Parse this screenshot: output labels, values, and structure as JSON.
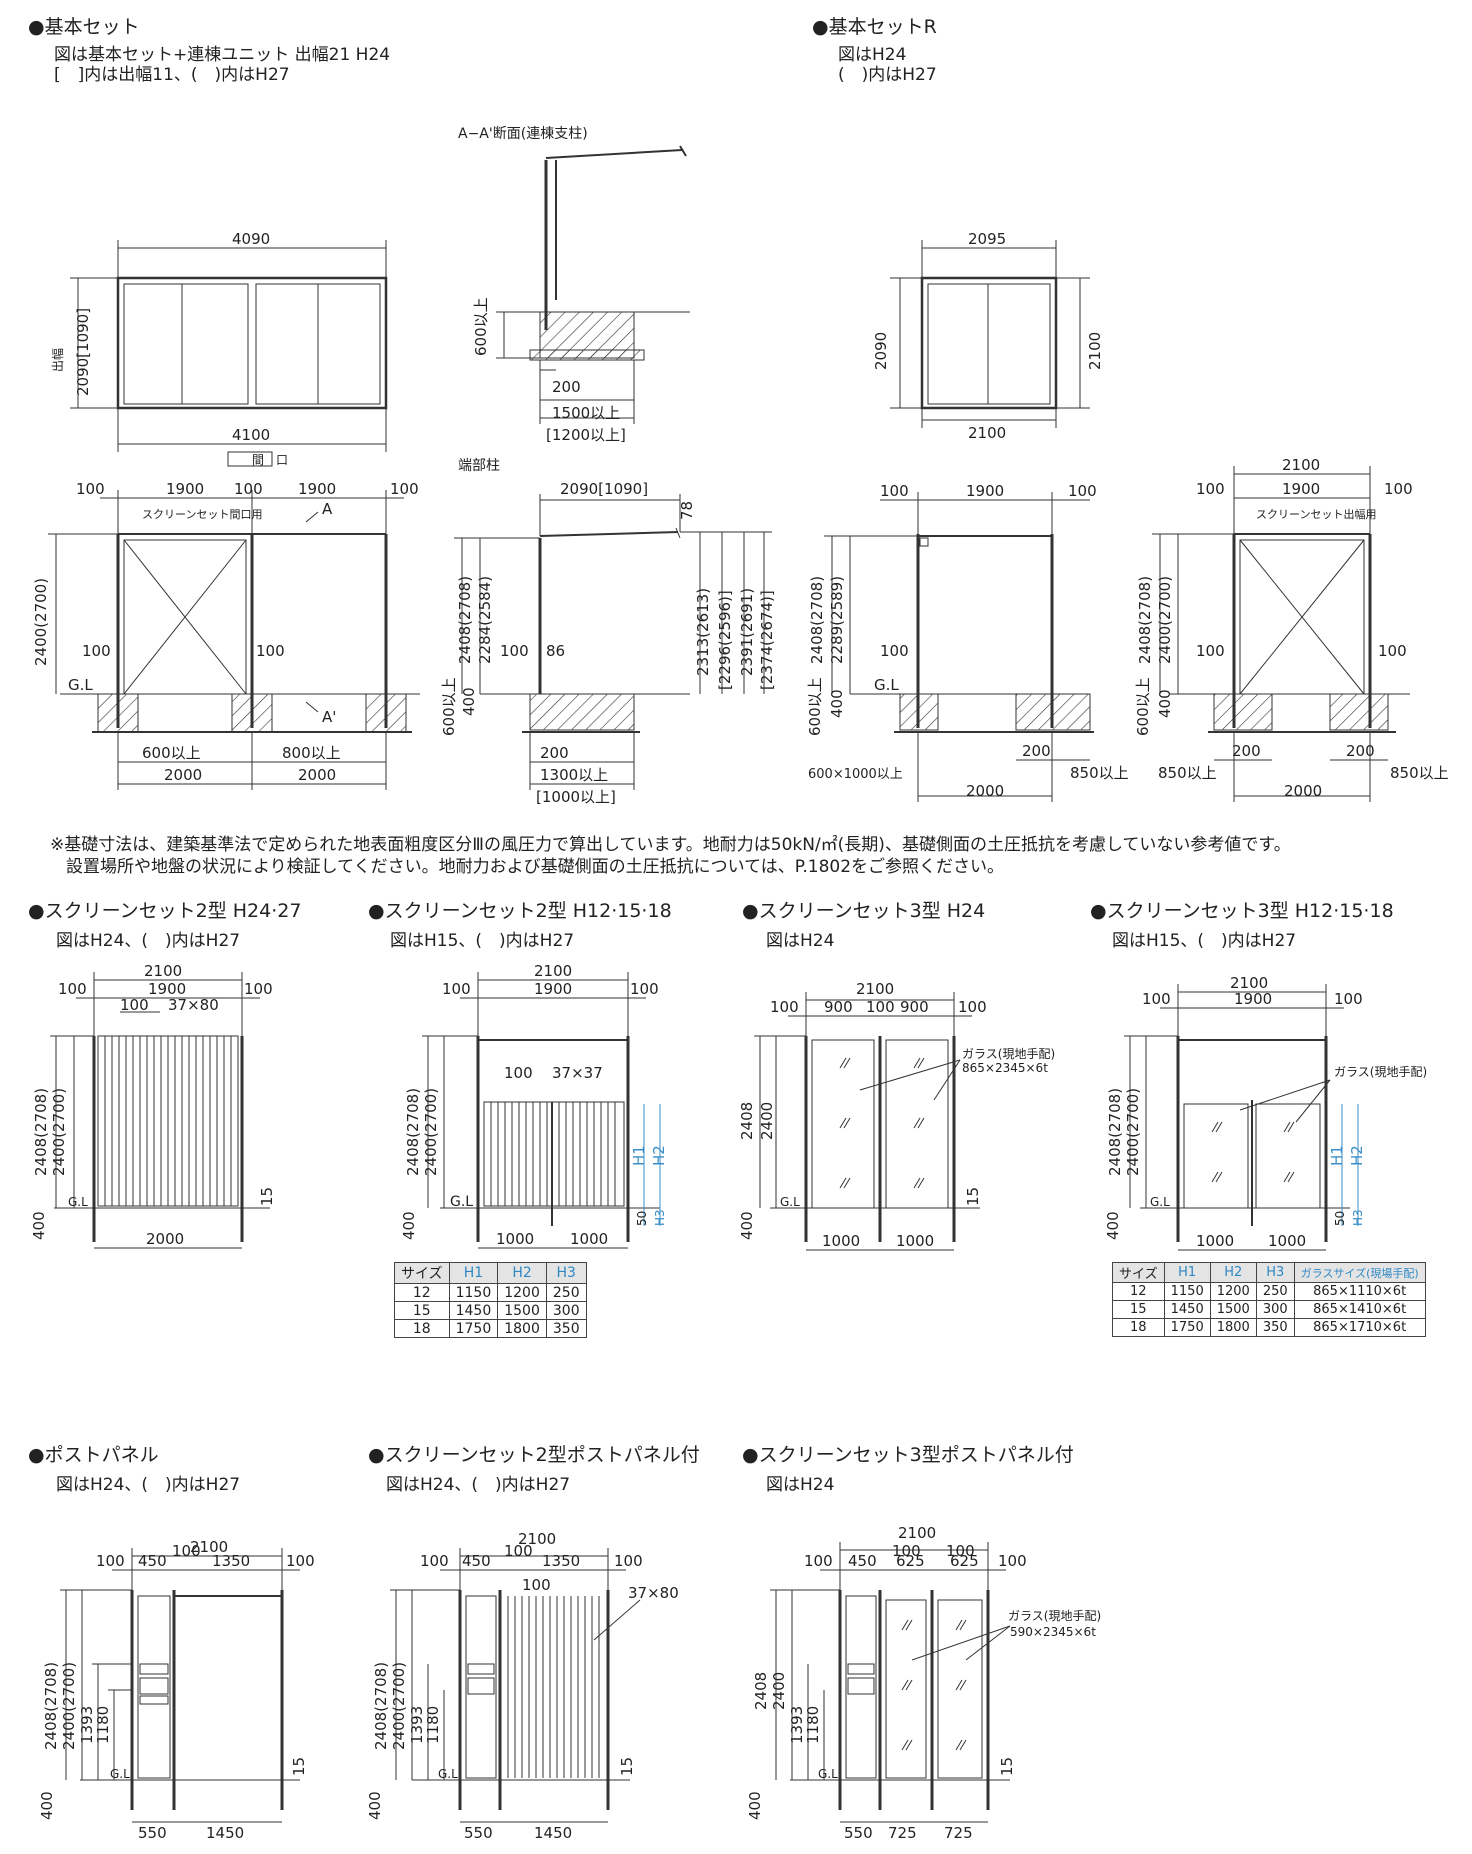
{
  "sections": {
    "basic_set": {
      "title": "●基本セット",
      "line1": "図は基本セット+連棟ユニット 出幅21 H24",
      "line2": "[　]内は出幅11、(　)内はH27"
    },
    "basic_set_r": {
      "title": "●基本セットR",
      "line1": "図はH24",
      "line2": "(　)内はH27"
    },
    "screen2_a": {
      "title": "●スクリーンセット2型 H24·27",
      "line1": "図はH24、(　)内はH27"
    },
    "screen2_b": {
      "title": "●スクリーンセット2型 H12·15·18",
      "line1": "図はH15、(　)内はH27"
    },
    "screen3_a": {
      "title": "●スクリーンセット3型 H24",
      "line1": "図はH24"
    },
    "screen3_b": {
      "title": "●スクリーンセット3型 H12·15·18",
      "line1": "図はH15、(　)内はH27"
    },
    "post_panel": {
      "title": "●ポストパネル",
      "line1": "図はH24、(　)内はH27"
    },
    "screen2_post": {
      "title": "●スクリーンセット2型ポストパネル付",
      "line1": "図はH24、(　)内はH27"
    },
    "screen3_post": {
      "title": "●スクリーンセット3型ポストパネル付",
      "line1": "図はH24"
    }
  },
  "notes": {
    "line1": "※基礎寸法は、建築基準法で定められた地表面粗度区分Ⅲの風圧力で算出しています。地耐力は50kN/㎡(長期)、基礎側面の土圧抵抗を考慮していない参考値です。",
    "line2": "設置場所や地盤の状況により検証してください。地耐力および基礎側面の土圧抵抗については、P.1802をご参照ください。"
  },
  "labels": {
    "section_aa": "A−A'断面(連棟支柱)",
    "end_post": "端部柱",
    "screen_front": "スクリーンセット間口用",
    "screen_side": "スクリーンセット出幅用",
    "a": "A",
    "a2": "A'",
    "gl": "G.L",
    "depth_v": "出幅",
    "frontage": "間　口",
    "glass_1": "ガラス(現地手配)",
    "glass_1b": "865×2345×6t",
    "glass_2": "ガラス(現地手配)",
    "glass_3": "ガラス(現地手配)",
    "glass_3b": "590×2345×6t",
    "d4090": "4090",
    "d4100": "4100",
    "d2090b": "2090[1090]",
    "d2090c": "2090[1090]",
    "d600": "600以上",
    "d200": "200",
    "d1500": "1500以上",
    "d1200": "[1200以上]",
    "d2095": "2095",
    "d2100": "2100",
    "d2090": "2090",
    "d100": "100",
    "d1900": "1900",
    "d2400": "2400(2700)",
    "d2000": "2000",
    "d600b": "600以上",
    "d800": "800以上",
    "d2408": "2408(2708)",
    "d2284": "2284(2584)",
    "d86": "86",
    "d400": "400",
    "d78": "78",
    "d2313": "2313(2613)",
    "d2296": "[2296(2596)]",
    "d2391": "2391(2691)",
    "d2374": "[2374(2674)]",
    "d1300": "1300以上",
    "d1000b": "[1000以上]",
    "d2289": "2289(2589)",
    "d600x1000": "600×1000以上",
    "d850": "850以上",
    "d37x80": "37×80",
    "d15": "15",
    "d37x37": "37×37",
    "h1": "H1",
    "h2": "H2",
    "h3": "H3",
    "d50": "50",
    "d1000": "1000",
    "d900": "900",
    "d2408n": "2408",
    "d2400n": "2400",
    "d450": "450",
    "d1350": "1350",
    "d1393": "1393",
    "d1180": "1180",
    "d550": "550",
    "d1450": "1450",
    "d625": "625",
    "d725": "725"
  },
  "table1": {
    "header": [
      "サイズ",
      "H1",
      "H2",
      "H3"
    ],
    "rows": [
      [
        "12",
        "1150",
        "1200",
        "250"
      ],
      [
        "15",
        "1450",
        "1500",
        "300"
      ],
      [
        "18",
        "1750",
        "1800",
        "350"
      ]
    ]
  },
  "table2": {
    "header": [
      "サイズ",
      "H1",
      "H2",
      "H3",
      "ガラスサイズ(現場手配)"
    ],
    "rows": [
      [
        "12",
        "1150",
        "1200",
        "250",
        "865×1110×6t"
      ],
      [
        "15",
        "1450",
        "1500",
        "300",
        "865×1410×6t"
      ],
      [
        "18",
        "1750",
        "1800",
        "350",
        "865×1710×6t"
      ]
    ]
  }
}
